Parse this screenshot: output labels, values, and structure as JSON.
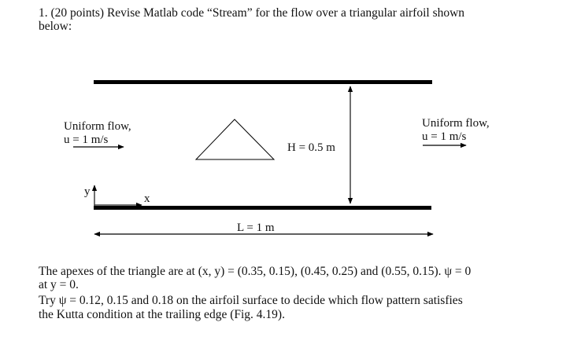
{
  "problem": {
    "line1": "1. (20 points) Revise Matlab code “Stream” for the flow over a triangular airfoil shown",
    "line2": "below:"
  },
  "figure": {
    "left_flow": {
      "label": "Uniform flow,",
      "velocity": "u = 1 m/s"
    },
    "right_flow": {
      "label": "Uniform flow,",
      "velocity": "u = 1 m/s"
    },
    "height_label": "H = 0.5 m",
    "length_label": "L = 1 m",
    "axis_x": "x",
    "axis_y": "y",
    "triangle_apexes": [
      [
        0.35,
        0.15
      ],
      [
        0.45,
        0.25
      ],
      [
        0.55,
        0.15
      ]
    ]
  },
  "description": {
    "line1": "The apexes of the triangle are at (x, y) = (0.35, 0.15), (0.45, 0.25) and (0.55, 0.15). ψ = 0",
    "line2": "at y = 0.",
    "line3": "Try ψ = 0.12, 0.15 and 0.18 on the airfoil surface to decide which flow pattern satisfies",
    "line4": "the Kutta condition at the trailing edge (Fig. 4.19)."
  }
}
